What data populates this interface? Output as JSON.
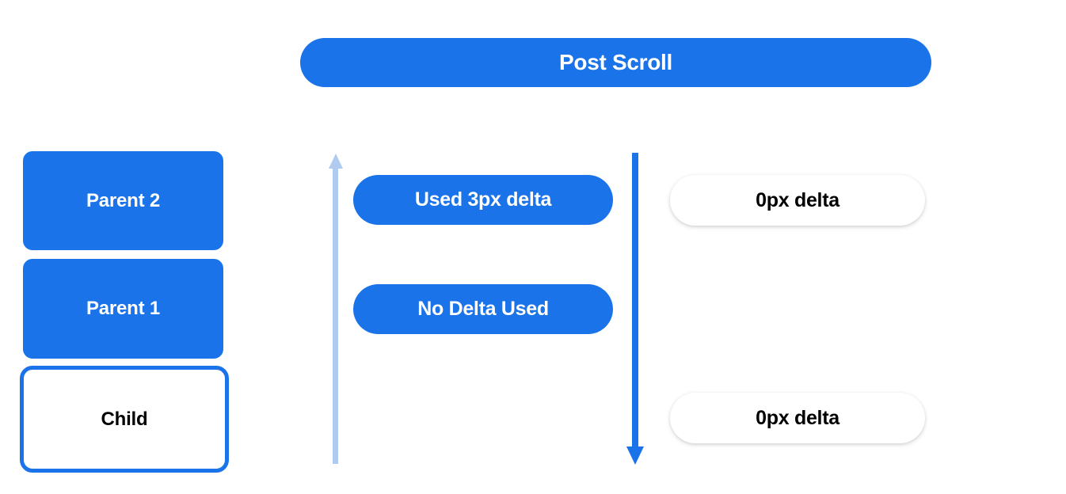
{
  "header": {
    "title": "Post Scroll"
  },
  "scroll_stack": {
    "boxes": [
      {
        "label": "Parent 2",
        "style": "filled"
      },
      {
        "label": "Parent 1",
        "style": "filled"
      },
      {
        "label": "Child",
        "style": "outlined"
      }
    ]
  },
  "arrows": {
    "up": {
      "name": "scroll-up-arrow",
      "color": "#b0cbef",
      "direction": "up"
    },
    "down": {
      "name": "scroll-down-arrow",
      "color": "#1a73e8",
      "direction": "down"
    }
  },
  "middle_pills": [
    {
      "label": "Used 3px delta"
    },
    {
      "label": "No Delta Used"
    }
  ],
  "right_pills": [
    {
      "label": "0px delta"
    },
    {
      "label": "0px delta"
    }
  ],
  "colors": {
    "brand_blue": "#1a73e8",
    "light_blue": "#b0cbef",
    "white": "#ffffff",
    "black": "#000000"
  }
}
